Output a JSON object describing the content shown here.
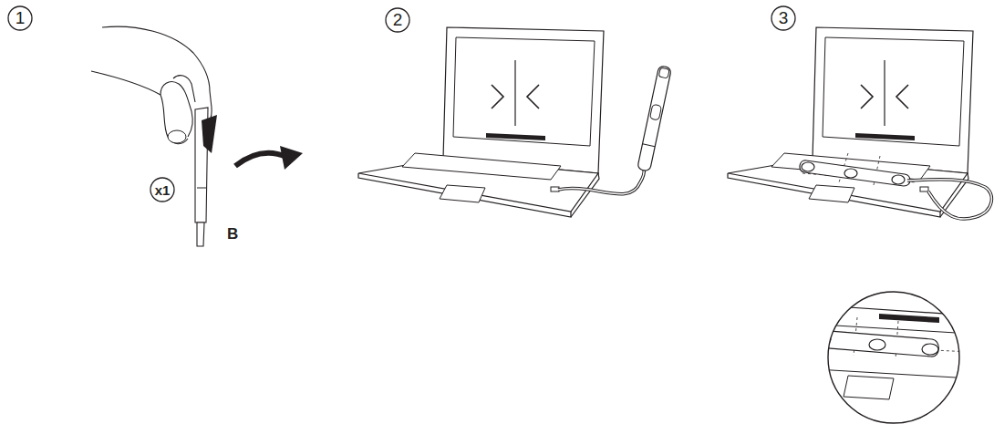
{
  "diagram": {
    "nodes": [
      {
        "text": [
          "1"
        ]
      },
      {
        "text": [
          "x1"
        ]
      },
      {
        "text": [
          "2"
        ]
      },
      {
        "text": [
          "3"
        ]
      }
    ],
    "labels": [
      "B"
    ]
  }
}
